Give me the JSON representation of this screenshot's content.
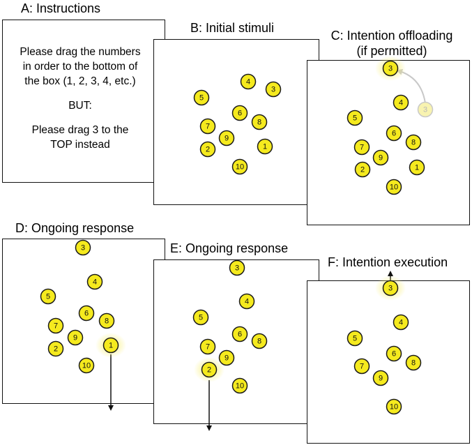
{
  "panels": {
    "A": {
      "title": "A: Instructions",
      "lines": [
        "Please drag the numbers",
        "in order to the bottom of",
        "the box (1, 2, 3, 4, etc.)",
        "BUT:",
        "Please drag 3 to the",
        "TOP instead"
      ]
    },
    "B": {
      "title": "B: Initial stimuli"
    },
    "C": {
      "title_line1": "C: Intention offloading",
      "title_line2": "(if permitted)"
    },
    "D": {
      "title": "D: Ongoing response"
    },
    "E": {
      "title": "E: Ongoing response"
    },
    "F": {
      "title": "F: Intention execution"
    }
  },
  "stimuli": {
    "B": [
      "5",
      "4",
      "3",
      "6",
      "7",
      "8",
      "9",
      "2",
      "1",
      "10"
    ],
    "C": [
      "3",
      "4",
      "3",
      "5",
      "6",
      "8",
      "7",
      "9",
      "2",
      "1",
      "10"
    ],
    "D": [
      "3",
      "4",
      "5",
      "6",
      "7",
      "8",
      "9",
      "2",
      "1",
      "10"
    ],
    "E": [
      "3",
      "4",
      "5",
      "6",
      "8",
      "7",
      "9",
      "2",
      "10"
    ],
    "F": [
      "3",
      "4",
      "5",
      "6",
      "8",
      "7",
      "9",
      "10"
    ]
  },
  "colors": {
    "circle_fill": "#f5ea1e",
    "glow": "#f7ee6a",
    "outline": "#1a1a1a",
    "arrow": "#111111",
    "faded": "#c8c8c8"
  }
}
